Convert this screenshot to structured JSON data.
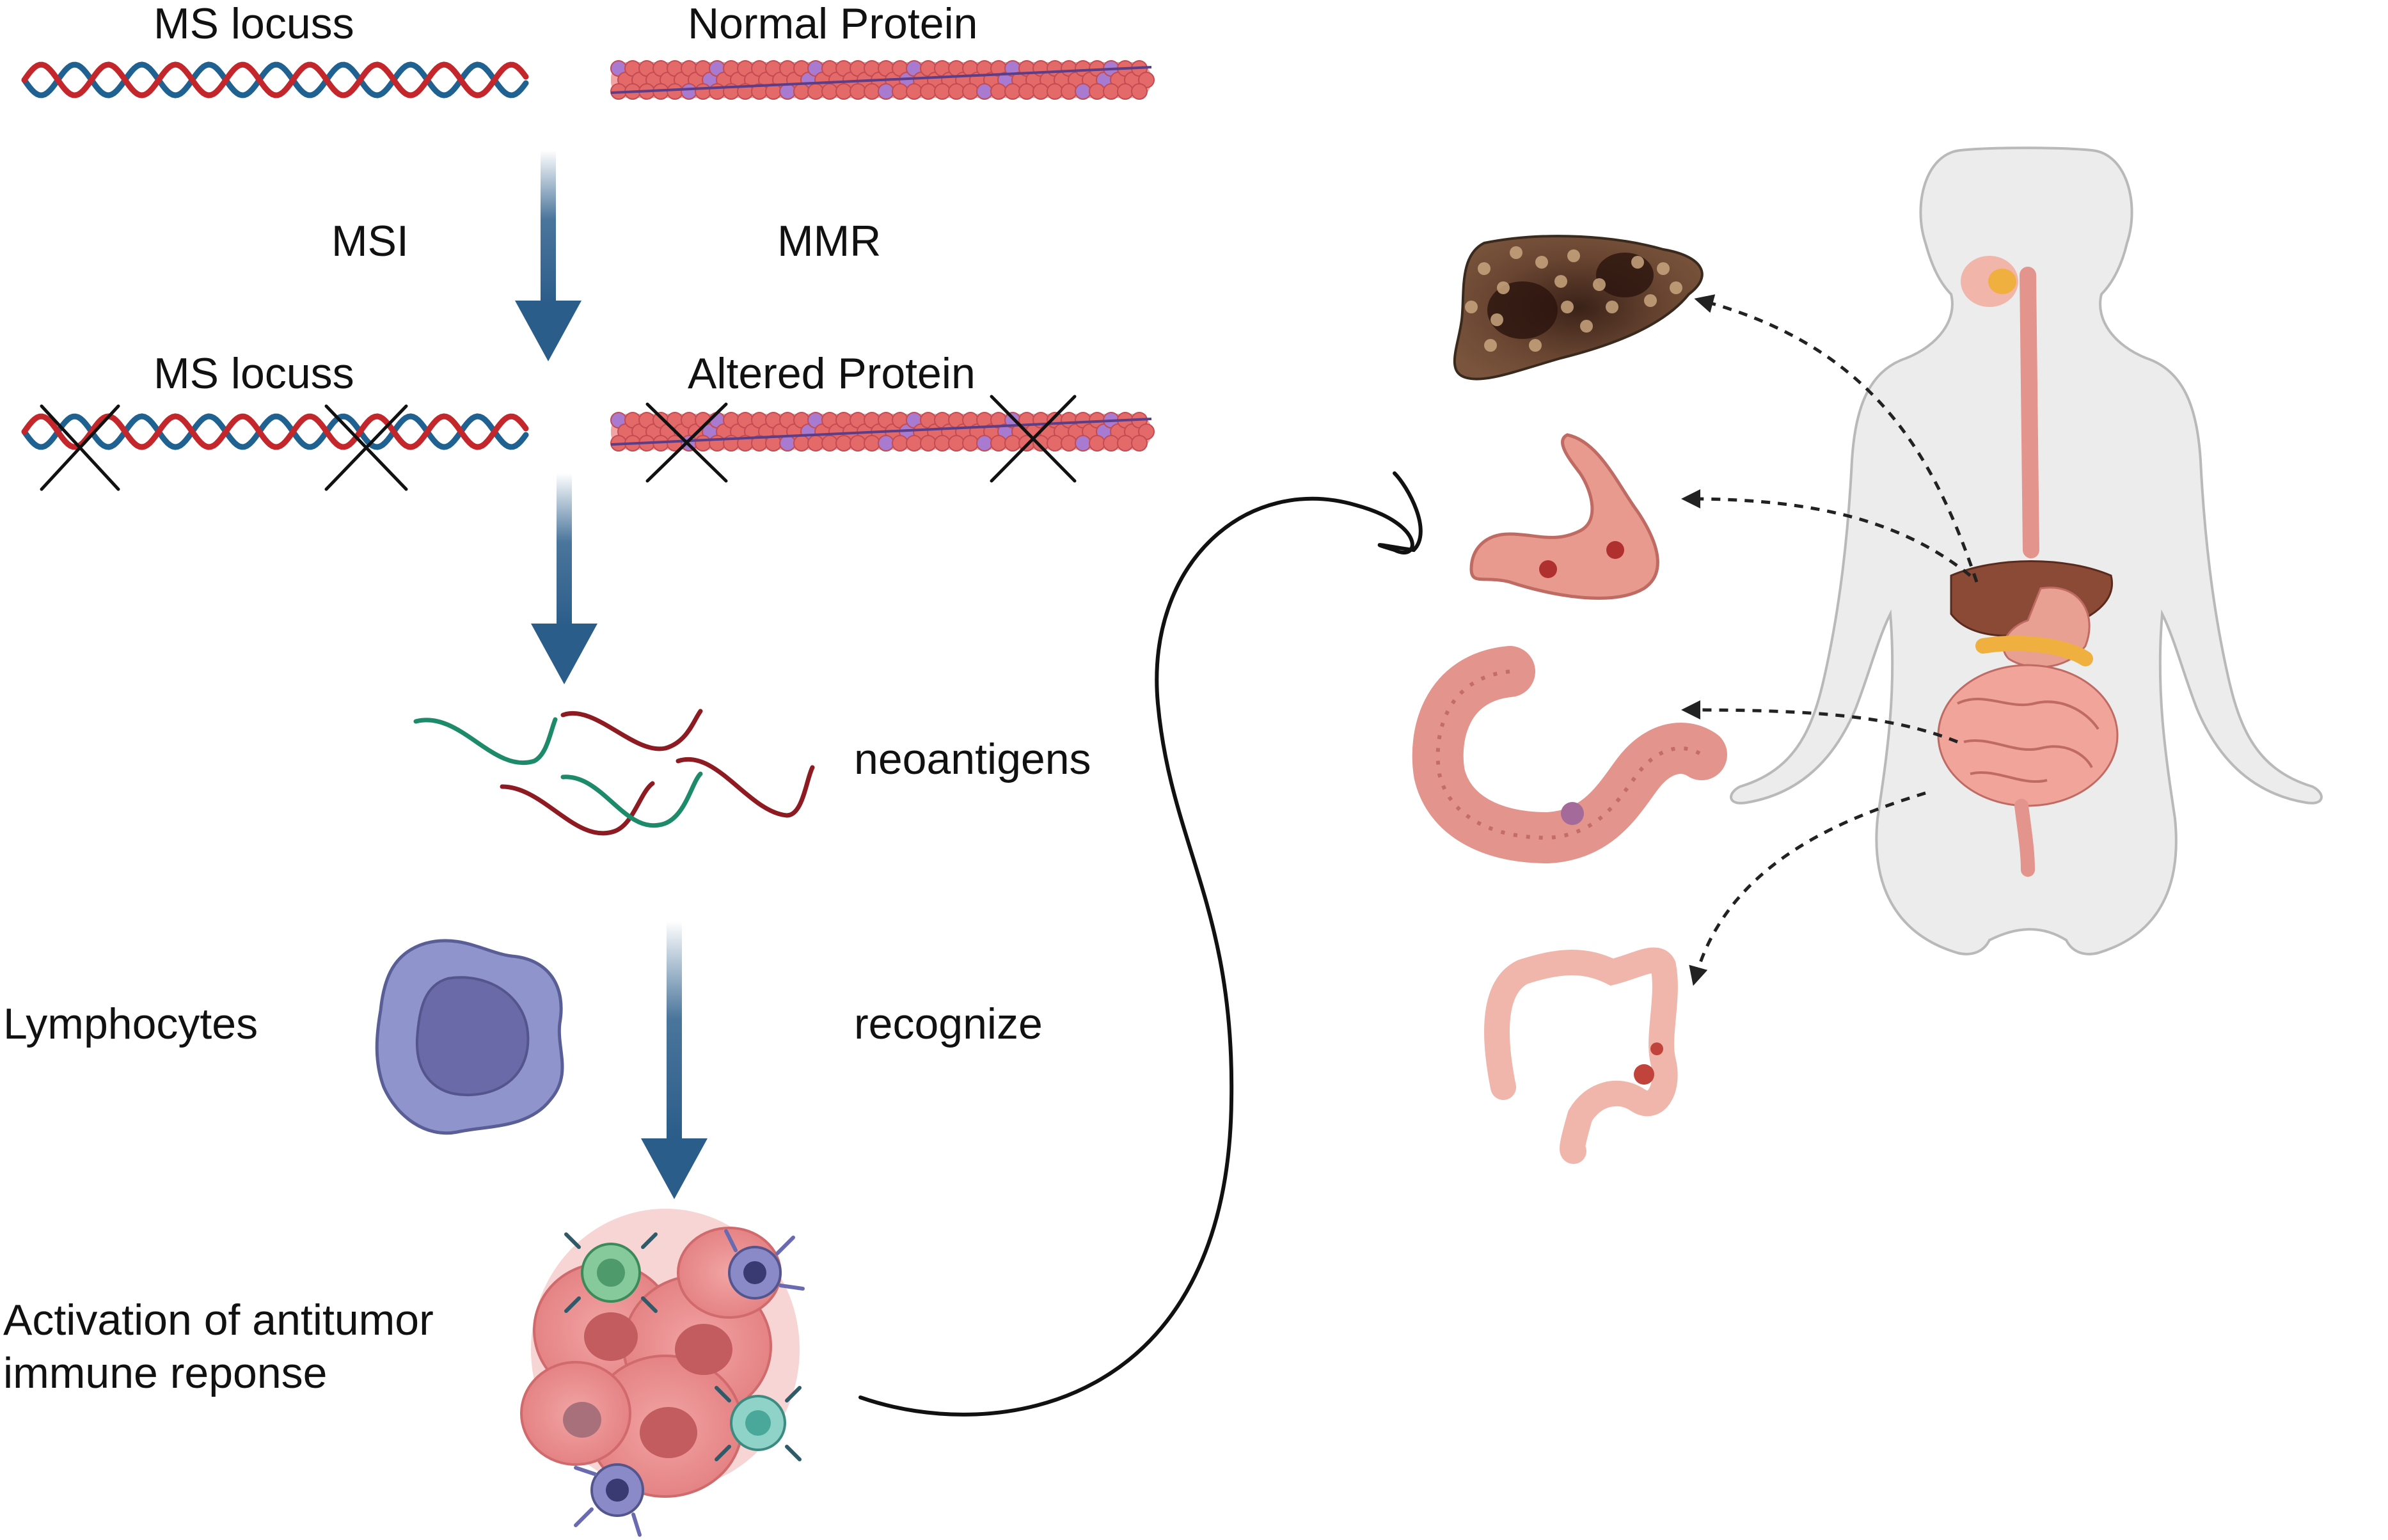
{
  "labels": {
    "ms_locus_top": "MS locuss",
    "normal_protein": "Normal Protein",
    "msi": "MSI",
    "mmr": "MMR",
    "ms_locus_mid": "MS locuss",
    "altered_protein": "Altered Protein",
    "neoantigens": "neoantigens",
    "lymphocytes": "Lymphocytes",
    "recognize": "recognize",
    "activation_line1": "Activation of antitumor",
    "activation_line2": "immune reponse"
  },
  "colors": {
    "dna_red": "#c3272b",
    "dna_blue": "#1f6190",
    "arrow_blue": "#2b5d8a",
    "protein_pink": "#e06868",
    "protein_purple": "#7a5ea8",
    "neo_green": "#1d8a6a",
    "neo_darkred": "#8e1a22",
    "lymph_body": "#8f94cc",
    "lymph_nucleus": "#6a6aa8",
    "tumor_pink": "#e9888a",
    "body_gray": "#ececec",
    "liver_brown": "#5a3a2a",
    "organ_pink": "#e89a8e"
  },
  "icons": [
    "dna-helix-icon",
    "protein-fiber-icon",
    "lymphocyte-icon",
    "tumor-cluster-icon",
    "liver-icon",
    "stomach-icon",
    "small-intestine-icon",
    "colon-icon",
    "human-body-icon"
  ]
}
